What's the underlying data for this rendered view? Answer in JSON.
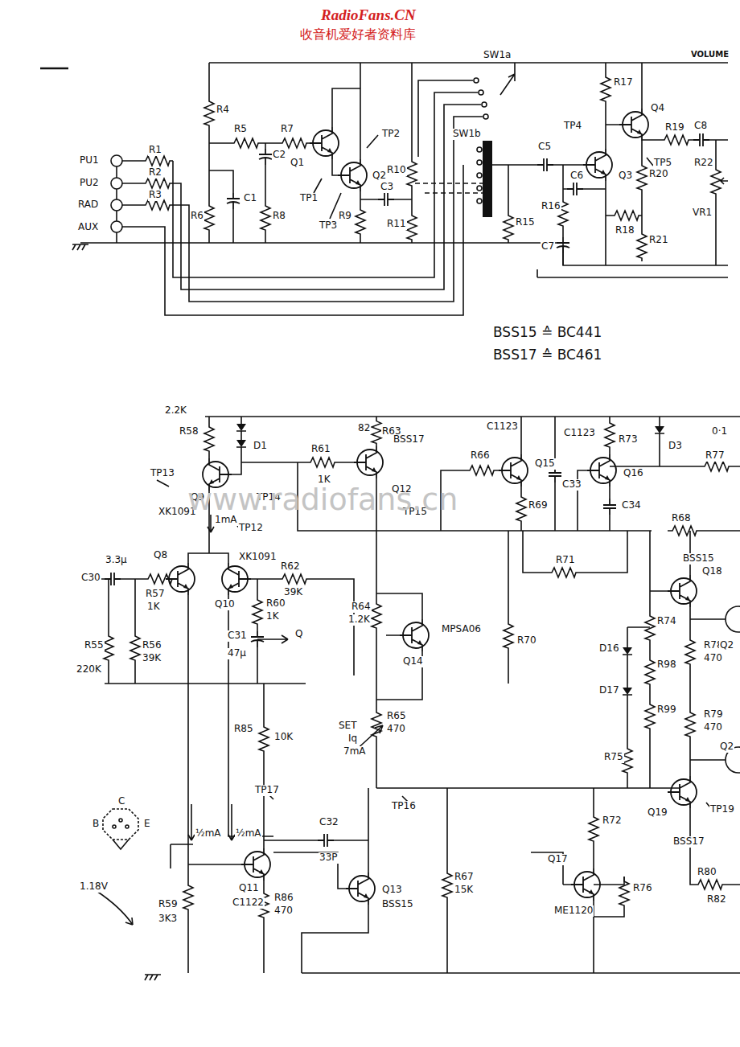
{
  "diagram": {
    "labels": [
      "RadioFans.CN",
      "收音机爱好者资料库",
      "VOLUME",
      "PU1",
      "PU2",
      "RAD",
      "AUX",
      "R1",
      "R2",
      "R3",
      "R4",
      "R5",
      "R7",
      "Q1",
      "TP2",
      "Q2",
      "C2",
      "C1",
      "R6",
      "R8",
      "TP1",
      "TP3",
      "R9",
      "C3",
      "R10",
      "R11",
      "SW1a",
      "SW1b",
      "R15",
      "C5",
      "TP4",
      "Q3",
      "C6",
      "R16",
      "C7",
      "R17",
      "Q4",
      "R19",
      "C8",
      "TP5",
      "R20",
      "R22",
      "R18",
      "R21",
      "VR1",
      "BSS15 ≙ BC441",
      "BSS17 ≙ BC461",
      "2.2K",
      "R58",
      "D1",
      "TP13",
      "Q9",
      "XK1091",
      "TP14",
      "R61",
      "1K",
      "82",
      "R63",
      "BSS17",
      "Q12",
      "TP15",
      "C1123",
      "Q15",
      "R66",
      "R69",
      "C33",
      "C1123",
      "Q16",
      "R73",
      "D3",
      "0·1",
      "R77",
      "C34",
      "R68",
      "1mA",
      "TP12",
      "3.3μ",
      "C30",
      "Q8",
      "XK1091",
      "Q10",
      "R62",
      "39K",
      "R57",
      "1K",
      "R60",
      "1K",
      "Q",
      "C31",
      "47μ",
      "R55",
      "220K",
      "R56",
      "39K",
      "R64",
      "1.2K",
      "MPSA06",
      "Q14",
      "R70",
      "R71",
      "BSS15",
      "Q18",
      "R74",
      "R78",
      "470",
      "R98",
      "D16",
      "D17",
      "R99",
      "R75",
      "R79",
      "470",
      "Q2",
      "Q2",
      "R85",
      "10K",
      "SET",
      "Iq",
      "7mA",
      "R65",
      "470",
      "TP16",
      "TP17",
      "C",
      "B",
      "E",
      "½mA",
      "½mA",
      "C32",
      "33P",
      "TP19",
      "Q19",
      "BSS17",
      "R72",
      "Q17",
      "ME1120",
      "R76",
      "R80",
      "R82",
      "R67",
      "15K",
      "Q13",
      "BSS15",
      "1.18V",
      "Q11",
      "C1122",
      "R86",
      "470",
      "R59",
      "3K3",
      "www.radiofans.cn"
    ]
  }
}
